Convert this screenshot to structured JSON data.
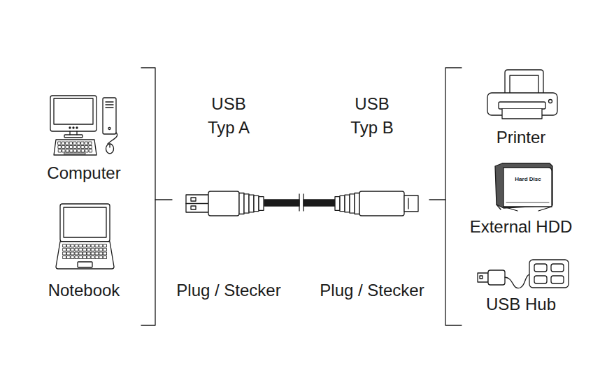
{
  "diagram": {
    "labels": [
      "Computer",
      "Notebook",
      "USB Typ A",
      "USB Typ B",
      "Plug / Stecker",
      "Plug / Stecker",
      "Printer",
      "Hard Disc",
      "External HDD",
      "USB Hub"
    ]
  }
}
